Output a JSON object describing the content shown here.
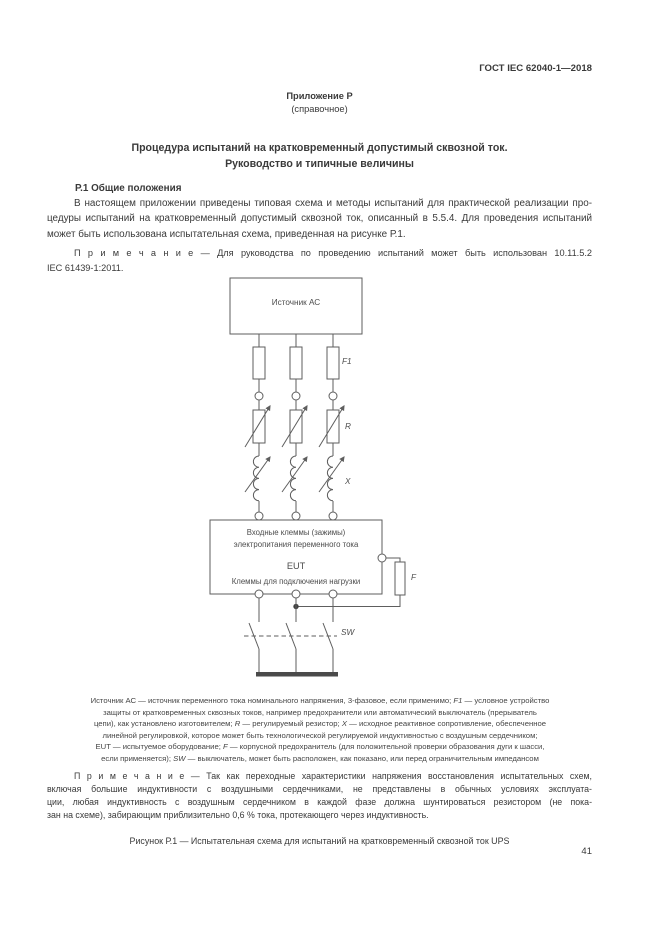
{
  "colors": {
    "text": "#3a3a3a",
    "diagram_line": "#5e5e5e",
    "page_background": "#ffffff"
  },
  "header": {
    "doc_number": "ГОСТ IEC 62040-1—2018",
    "appendix": "Приложение Р",
    "appendix_type": "(справочное)",
    "title_line1": "Процедура испытаний на кратковременный допустимый сквозной ток.",
    "title_line2": "Руководство и типичные величины"
  },
  "body": {
    "section_heading": "Р.1 Общие положения",
    "paragraph_lines": [
      "В настоящем приложении приведены типовая схема и методы испытаний для практической реализации про-",
      "цедуры испытаний на кратковременный допустимый сквозной ток, описанный в 5.5.4. Для проведения испытаний",
      "может быть использована испытательная схема, приведенная на рисунке Р.1."
    ],
    "note_lines": [
      "П р и м е ч а н и е — Для руководства по проведению испытаний может быть использован 10.11.5.2",
      "IEC 61439-1:2011."
    ]
  },
  "diagram": {
    "source_label": "Источник АС",
    "fuse1_label": "F1",
    "resistor_label": "R",
    "reactance_label": "X",
    "eut_input_line1": "Входные клеммы (зажимы)",
    "eut_input_line2": "электропитания переменного тока",
    "eut_label": "EUT",
    "eut_output_label": "Клеммы для подключения нагрузки",
    "fuse2_label": "F",
    "switch_label": "SW"
  },
  "figure_legend": {
    "lines": [
      {
        "segments": [
          {
            "t": "Источник АС — источник переменного тока номинального напряжения, 3-фазовое, если применимо; "
          },
          {
            "t": "F1",
            "i": true
          },
          {
            "t": " — условное устройство"
          }
        ]
      },
      {
        "segments": [
          {
            "t": "защиты от кратковременных сквозных токов, например предохранители или автоматический выключатель (прерыватель"
          }
        ]
      },
      {
        "segments": [
          {
            "t": "цепи), как установлено изготовителем; "
          },
          {
            "t": "R",
            "i": true
          },
          {
            "t": " — регулируемый резистор; "
          },
          {
            "t": "X",
            "i": true
          },
          {
            "t": " — исходное реактивное сопротивление, обеспеченное"
          }
        ]
      },
      {
        "segments": [
          {
            "t": "линейной регулировкой, которое может быть технологической регулируемой индуктивностью с воздушным сердечником;"
          }
        ]
      },
      {
        "segments": [
          {
            "t": "EUT — испытуемое оборудование; "
          },
          {
            "t": "F",
            "i": true
          },
          {
            "t": " — корпусной предохранитель (для положительной проверки образования дуги к шасси,"
          }
        ]
      },
      {
        "segments": [
          {
            "t": "если применяется); "
          },
          {
            "t": "SW",
            "i": true
          },
          {
            "t": " — выключатель, может быть расположен, как показано, или перед ограничительным импедансом"
          }
        ]
      }
    ]
  },
  "figure_note_lines": [
    "П р и м е ч а н и е — Так как переходные характеристики напряжения восстановления испытательных схем,",
    "включая большие индуктивности с воздушными сердечниками, не представлены в обычных условиях эксплуата-",
    "ции, любая индуктивность с воздушным сердечником в каждой фазе должна шунтироваться резистором (не пока-",
    "зан на схеме), забирающим приблизительно 0,6 % тока, протекающего через индуктивность."
  ],
  "figure_caption": "Рисунок Р.1 — Испытательная схема для испытаний на кратковременный сквозной ток UPS",
  "page_number": "41"
}
